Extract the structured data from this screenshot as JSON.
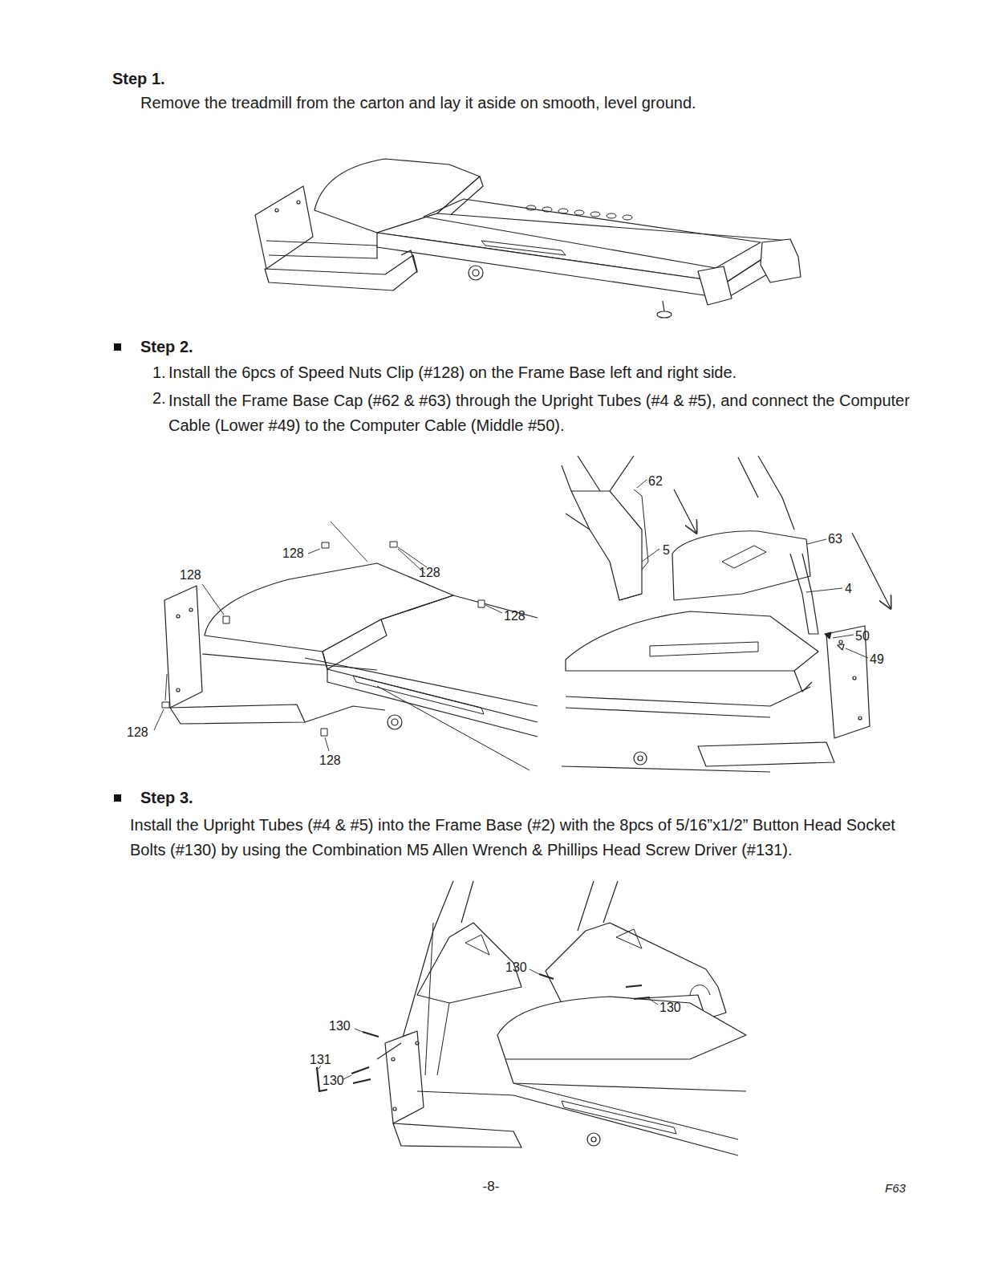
{
  "diagram": {
    "labels": [
      "Step 1.",
      "Remove the treadmill from the carton and lay it aside on smooth, level ground.",
      "Step 2.",
      "1.",
      "Install the 6pcs of Speed Nuts Clip (#128) on the Frame Base left and right side.",
      "2.",
      "Install the Frame Base Cap (#62 & #63) through the Upright Tubes (#4 & #5), and connect the Computer Cable (Lower #49) to the Computer Cable (Middle #50).",
      "128",
      "128",
      "128",
      "128",
      "128",
      "128",
      "62",
      "5",
      "63",
      "4",
      "50",
      "49",
      "Step 3.",
      "Install the Upright Tubes (#4 & #5) into the Frame Base (#2) with the 8pcs of 5/16”x1/2” Button Head Socket Bolts (#130) by using the Combination M5 Allen Wrench & Phillips Head Screw Driver (#131).",
      "130",
      "130",
      "130",
      "131",
      "130",
      "-8-",
      "F63"
    ]
  }
}
